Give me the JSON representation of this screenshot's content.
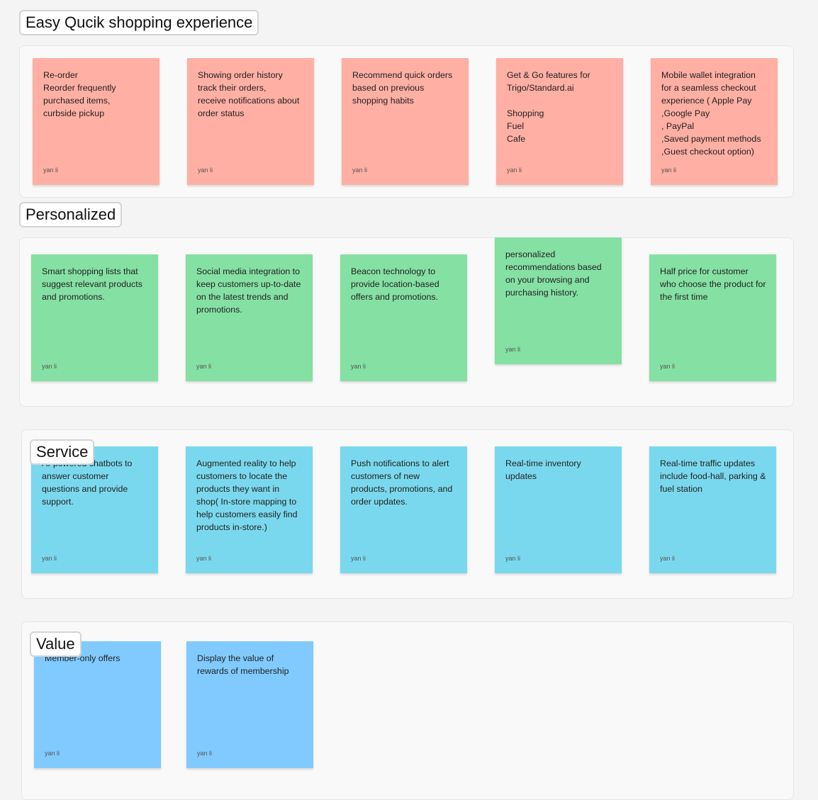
{
  "sections": [
    {
      "label": "Easy Qucik shopping experience",
      "notes": [
        {
          "text": "Re-order\nReorder frequently purchased items,\n curbside pickup",
          "author": "yan li"
        },
        {
          "text": "Showing order history\ntrack their orders,\nreceive notifications about order status",
          "author": "yan li"
        },
        {
          "text": "Recommend quick orders based on previous shopping habits",
          "author": "yan li"
        },
        {
          "text": "Get & Go features for Trigo/Standard.ai\n\nShopping\nFuel\nCafe",
          "author": "yan li"
        },
        {
          "text": "Mobile wallet integration for a seamless checkout experience ( Apple Pay ,Google Pay\n, PayPal\n,Saved payment methods ,Guest checkout option)",
          "author": "yan li"
        }
      ]
    },
    {
      "label": "Personalized",
      "notes": [
        {
          "text": "Smart shopping lists that suggest relevant products and promotions.",
          "author": "yan li"
        },
        {
          "text": "Social media integration to keep customers up-to-date on the latest trends and promotions.",
          "author": "yan li"
        },
        {
          "text": "Beacon technology to provide location-based offers and promotions.",
          "author": "yan li"
        },
        {
          "text": "personalized recommendations based on your browsing and purchasing history.",
          "author": "yan li"
        },
        {
          "text": "Half price for customer who choose the product for the first time",
          "author": "yan li"
        }
      ]
    },
    {
      "label": "Service",
      "notes": [
        {
          "text": "AI-powered chatbots to answer customer questions and provide support.",
          "author": "yan li"
        },
        {
          "text": "Augmented reality to help customers to locate the products they want in shop( In-store mapping to help customers easily find products in-store.)",
          "author": "yan li"
        },
        {
          "text": "Push notifications to alert customers of new products, promotions, and order updates.",
          "author": "yan li"
        },
        {
          "text": "Real-time inventory updates",
          "author": "yan li"
        },
        {
          "text": "Real-time traffic updates include food-hall,  parking & fuel station",
          "author": "yan li"
        }
      ]
    },
    {
      "label": "Value",
      "notes": [
        {
          "text": "Member-only offers",
          "author": "yan li"
        },
        {
          "text": "Display the value of rewards of membership",
          "author": "yan li"
        }
      ]
    }
  ]
}
